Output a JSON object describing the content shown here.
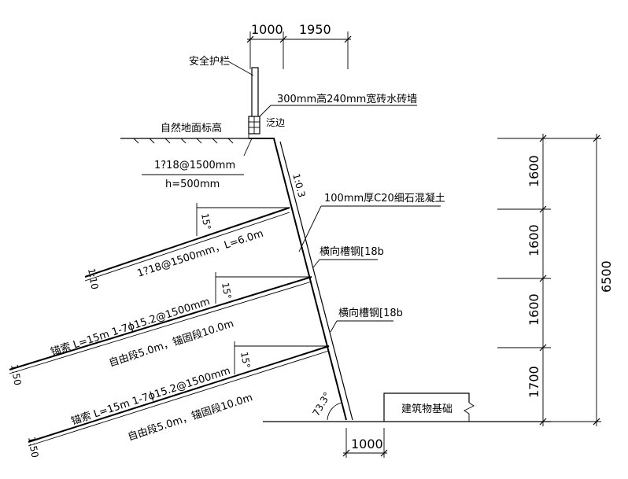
{
  "labels": {
    "guardrail": "安全护栏",
    "brick_wall": "300mm高240mm宽砖水砖墙",
    "slope_top": "泛边",
    "ground": "自然地面标高",
    "nail_top_1": "1?18@1500mm",
    "nail_top_2": "h=500mm",
    "slope_ratio": "1:0.3",
    "concrete": "100mm厚C20细石混凝土",
    "nail_row1": "1?18@1500mm，L=6.0m",
    "nail_row1_end": "1:10",
    "waler1": "横向槽钢[18b",
    "waler2": "横向槽钢[18b",
    "anchor_row2_a": "锚索 L=15m 1-7ϕ15.2@1500mm",
    "anchor_row2_b": "自由段5.0m，锚固段10.0m",
    "anchor_row2_end": "1:50",
    "anchor_row3_a": "锚索 L=15m 1-7ϕ15.2@1500mm",
    "anchor_row3_b": "自由段5.0m，锚固段10.0m",
    "anchor_row3_end": "1:50",
    "angle_15_1": "15°",
    "angle_15_2": "15°",
    "angle_15_3": "15°",
    "toe_angle": "73.3°",
    "foundation": "建筑物基础"
  },
  "dimensions": {
    "top_left": "1000",
    "top_right": "1950",
    "bottom": "1000",
    "seg1": "1600",
    "seg2": "1600",
    "seg3": "1600",
    "seg4": "1700",
    "total": "6500"
  }
}
